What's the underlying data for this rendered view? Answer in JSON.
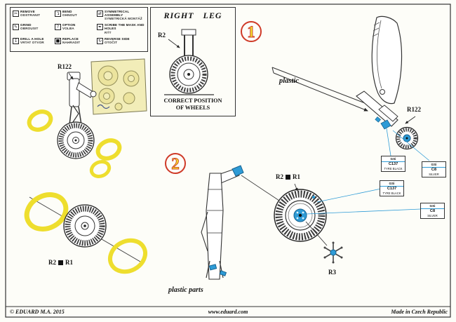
{
  "colors": {
    "mask_yellow": "#eede2e",
    "part_blue": "#2e9bd6",
    "step_red": "#cf3a28"
  },
  "legend": {
    "items": [
      {
        "icon": "knife-icon",
        "glyph": "✂",
        "en": "REMOVE",
        "cz": "ODSTRANIT"
      },
      {
        "icon": "bend-icon",
        "glyph": "↴",
        "en": "BEND",
        "cz": "OHNOUT"
      },
      {
        "icon": "symmetry-icon",
        "glyph": "⇄",
        "en": "SYMMETRICAL ASSEMBLY",
        "cz": "SYMETRICKÁ MONTÁŽ"
      },
      {
        "icon": "grind-icon",
        "glyph": "✎",
        "en": "GRIND",
        "cz": "OBROUSIT"
      },
      {
        "icon": "option-icon",
        "glyph": "?",
        "en": "OPTION",
        "cz": "VOLBA"
      },
      {
        "icon": "scribe-icon",
        "glyph": "✒",
        "en": "SCRIBE THE MASK AND HOLES",
        "cz": "RÝT"
      },
      {
        "icon": "drill-icon",
        "glyph": "↧",
        "en": "DRILL A HOLE",
        "cz": "VRTAT OTVOR"
      },
      {
        "icon": "replace-icon",
        "glyph": "■",
        "en": "REPLACE",
        "cz": "NAHRADIT"
      },
      {
        "icon": "reverse-icon",
        "glyph": "↻",
        "en": "REVERSE SIDE",
        "cz": "OTOČIT"
      }
    ]
  },
  "right_leg_box": {
    "title": "RIGHT LEG",
    "part": "R2",
    "caption_line1": "CORRECT POSITION",
    "caption_line2": "OF WHEELS"
  },
  "steps": {
    "one": "1",
    "two": "2"
  },
  "labels": {
    "plastic": "plastic",
    "plastic_parts": "plastic parts",
    "r122": "R122",
    "r2": "R2",
    "r1": "R1",
    "r3": "R3"
  },
  "paints": {
    "tyre": {
      "brand": "GSi",
      "code": "C137",
      "name": "TYRE BLACK"
    },
    "hub": {
      "brand": "GSi",
      "code": "C8",
      "name": "SILVER"
    }
  },
  "footer": {
    "left": "© EDUARD M.A. 2015",
    "center": "www.eduard.com",
    "right": "Made in Czech Republic"
  }
}
